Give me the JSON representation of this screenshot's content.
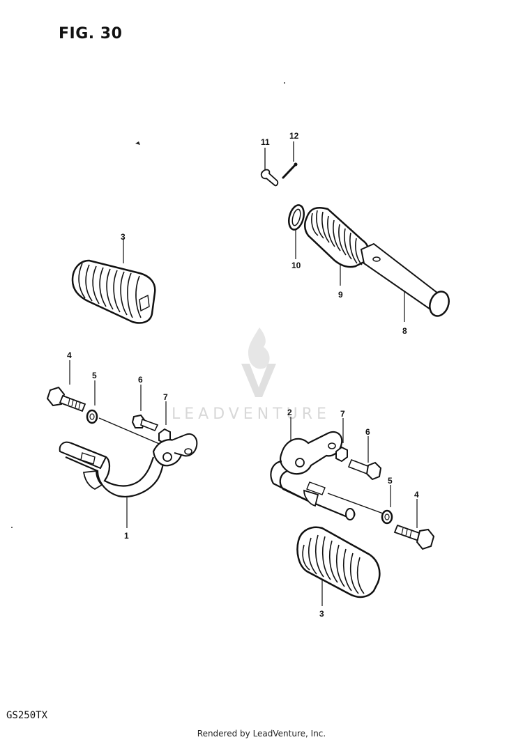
{
  "figure_title": "FIG. 30",
  "model_code": "GS250TX",
  "footer": "Rendered by LeadVenture, Inc.",
  "watermark": {
    "text": "LEADVENTURE"
  },
  "callouts": {
    "c11": "11",
    "c12": "12",
    "c3a": "3",
    "c10": "10",
    "c9": "9",
    "c8": "8",
    "c4a": "4",
    "c5a": "5",
    "c6a": "6",
    "c7a": "7",
    "c1": "1",
    "c2": "2",
    "c7b": "7",
    "c6b": "6",
    "c5b": "5",
    "c4b": "4",
    "c3b": "3"
  }
}
